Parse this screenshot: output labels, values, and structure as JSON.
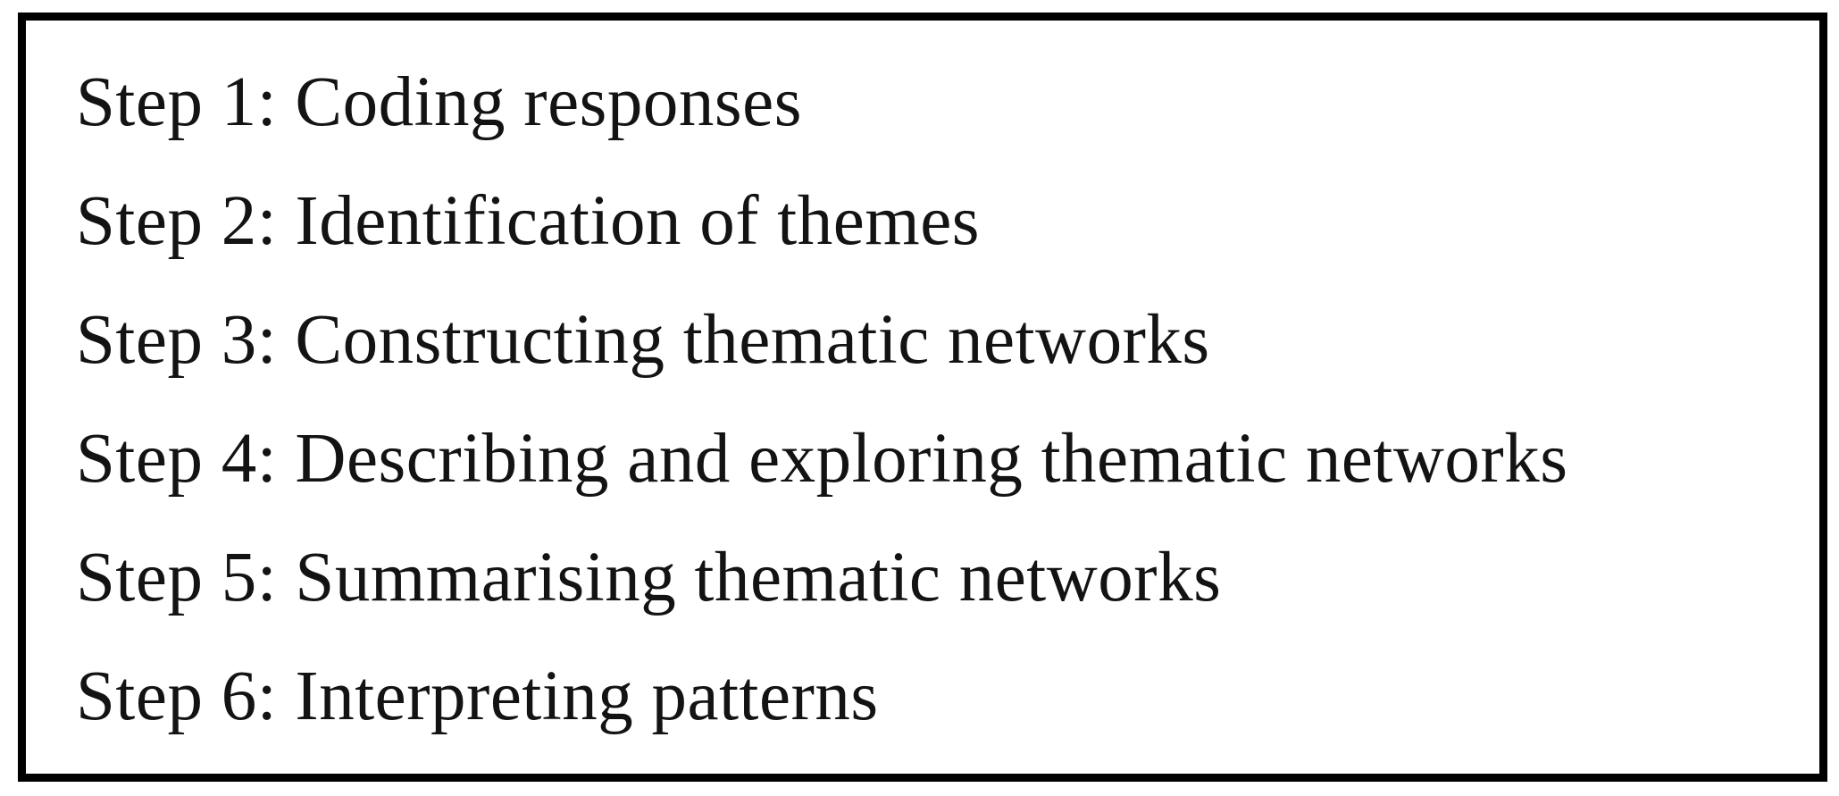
{
  "figure": {
    "name": "thematic-analysis-steps",
    "border_color": "#000000",
    "background_color": "#ffffff",
    "text_color": "#131313",
    "steps": [
      "Step 1: Coding responses",
      "Step 2: Identification of themes",
      "Step 3: Constructing thematic networks",
      "Step 4: Describing and exploring thematic networks",
      "Step 5: Summarising thematic networks",
      "Step 6: Interpreting patterns"
    ]
  }
}
